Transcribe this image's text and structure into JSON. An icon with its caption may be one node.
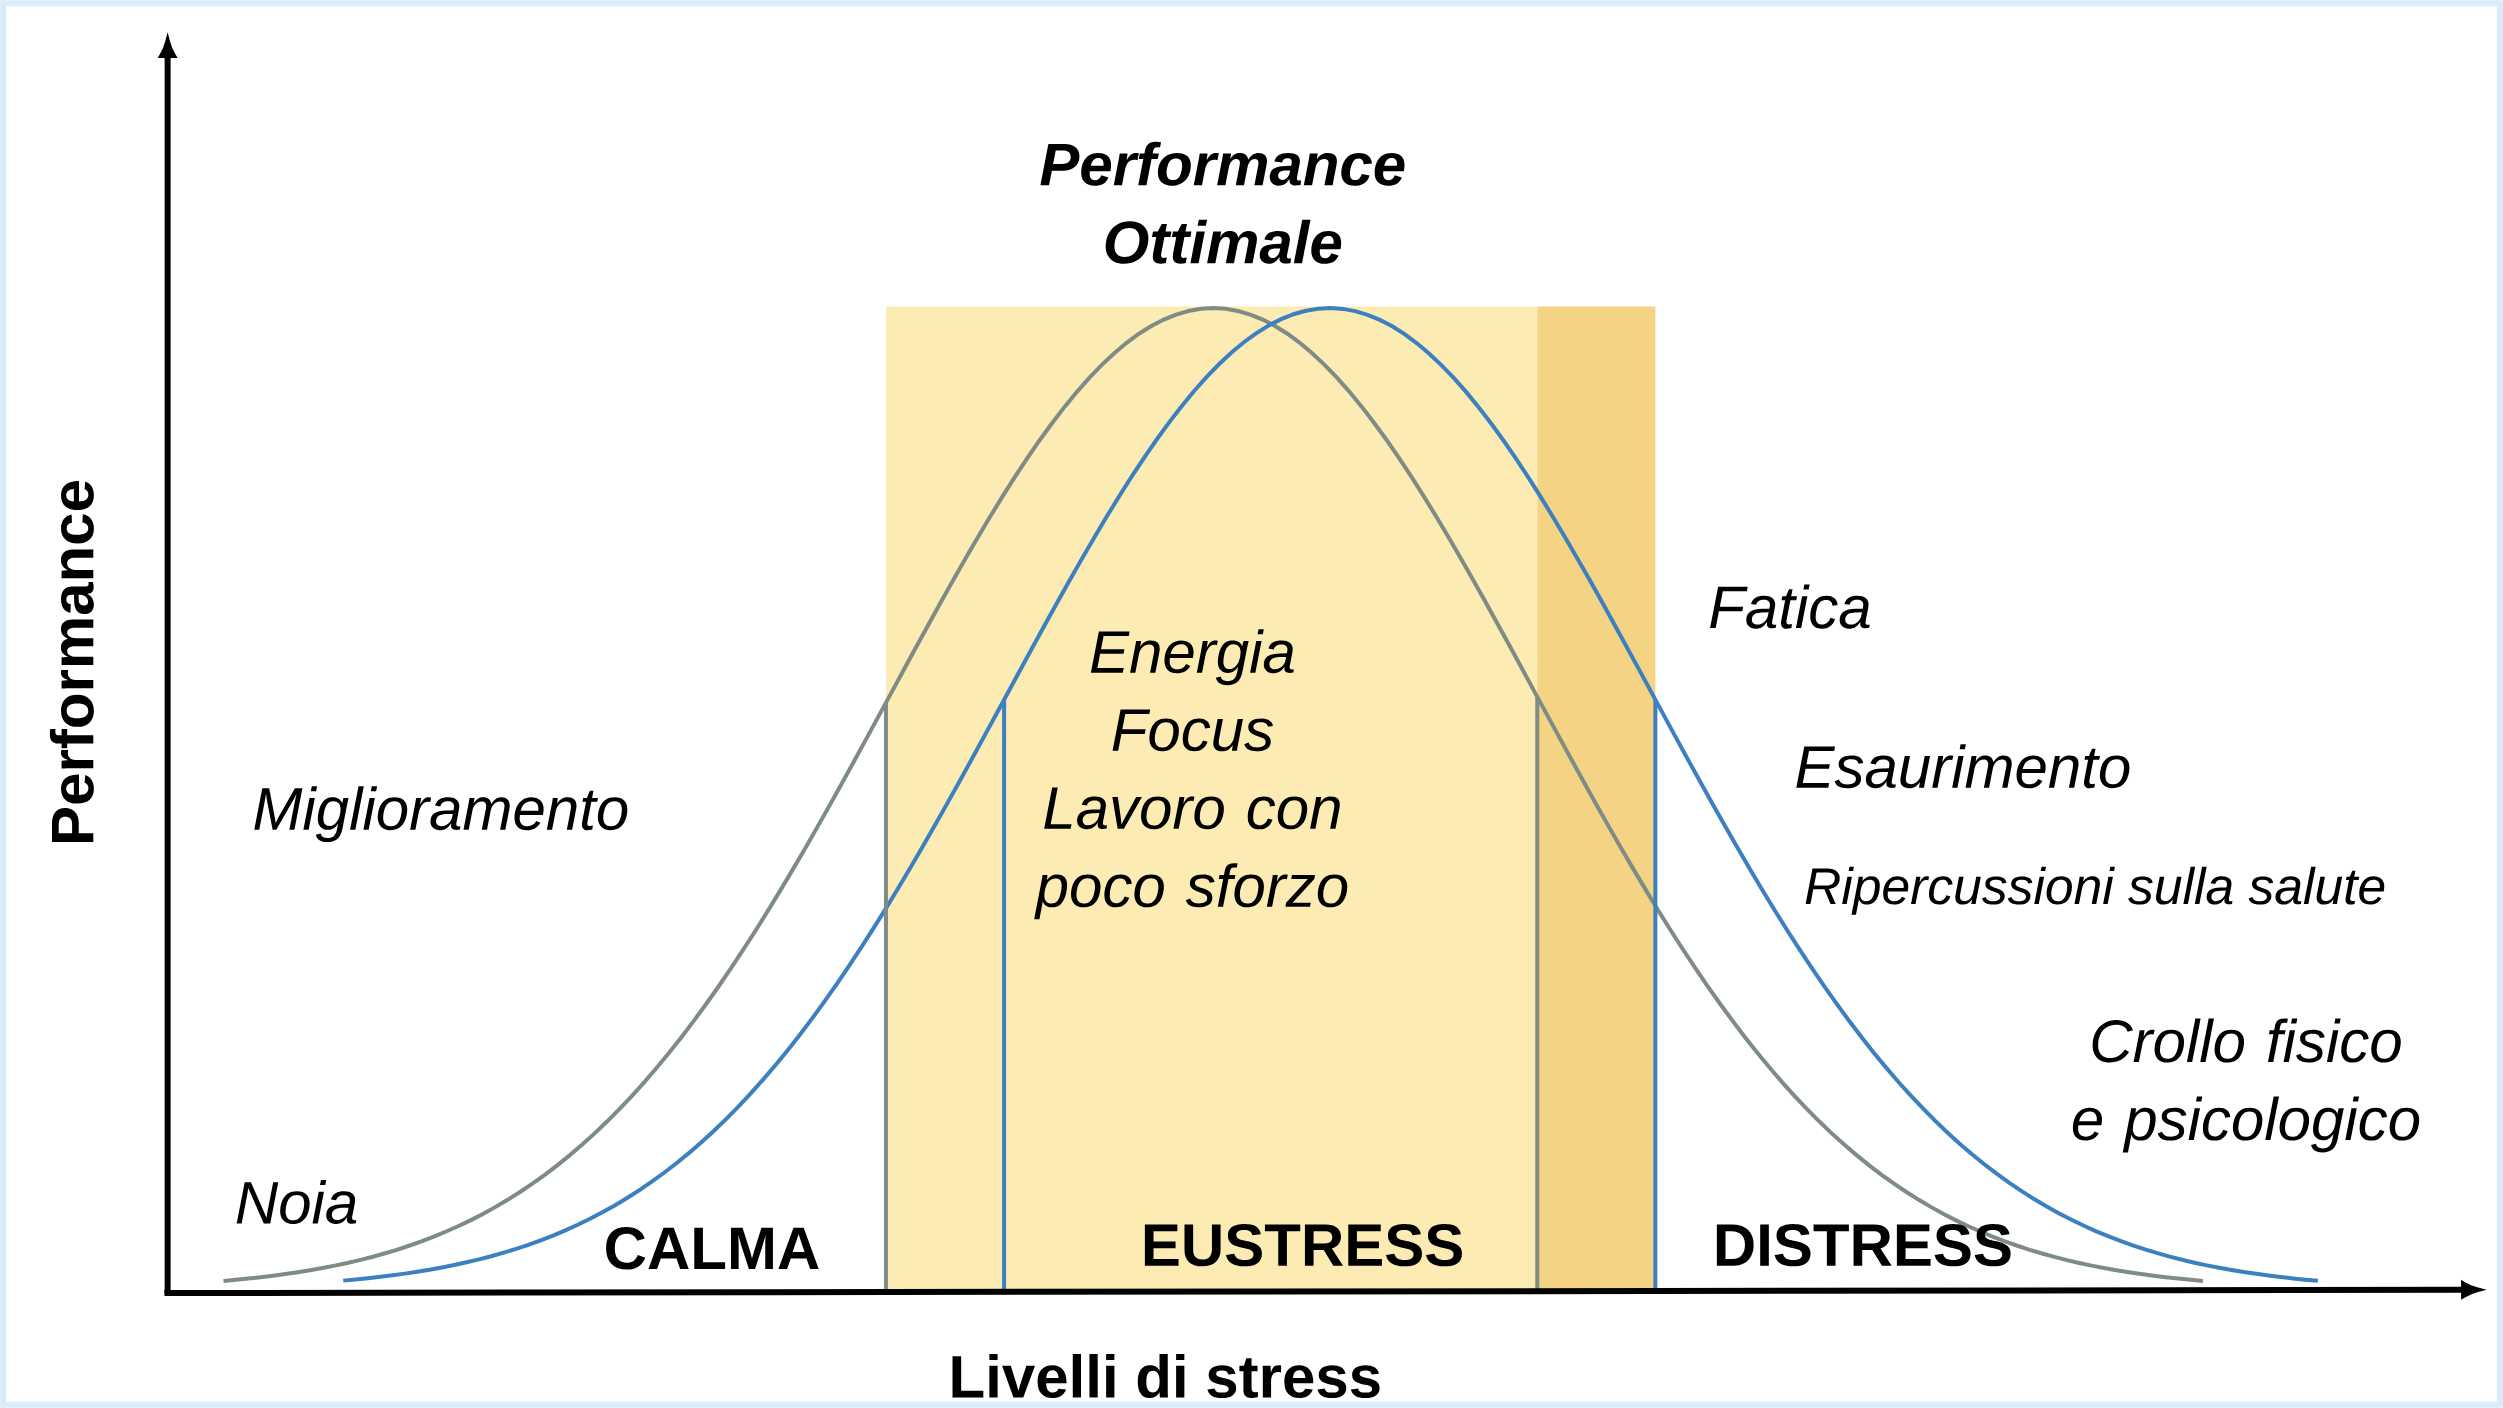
{
  "diagram": {
    "labels": [
      "Performance Ottimale",
      "Performance",
      "Energia Focus Lavoro con poco sforzo",
      "Fatica",
      "Esaurimento",
      "Miglioramento",
      "Ripercussioni sulla salute",
      "Crollo fisico e psicologico",
      "Noia",
      "CALMA",
      "EUSTRESS",
      "DISTRESS",
      "Livelli di stress"
    ]
  }
}
